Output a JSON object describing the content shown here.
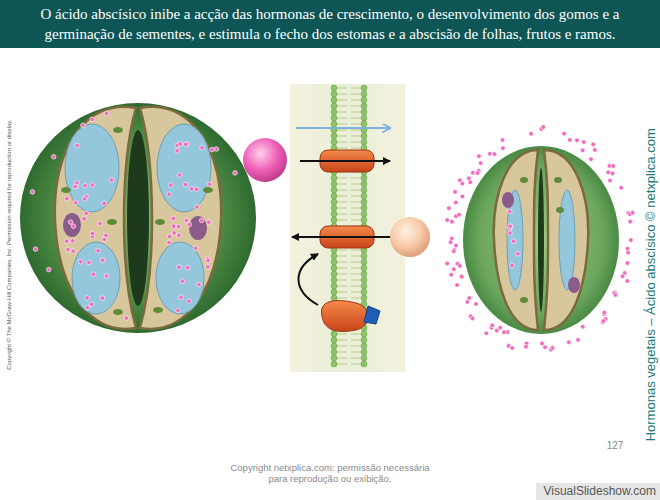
{
  "diagram": {
    "title": "O ácido abscísico inibe a acção das hormonas de crescimento, o desenvolvimento dos gomos e a germinação de sementes, e estimula o fecho dos estomas e a abscisão de folhas, frutos e ramos.",
    "labels": [
      "Copyright © The McGraw-Hill Companies, Inc. Permission required for reproduction or display.",
      "Hormonas vegetais – Ácido abscísico © netxplica.com",
      "Copyright netxplica.com: permissão necessária para reprodução ou exibição.",
      "127",
      "VisualSlideshow.com"
    ]
  }
}
